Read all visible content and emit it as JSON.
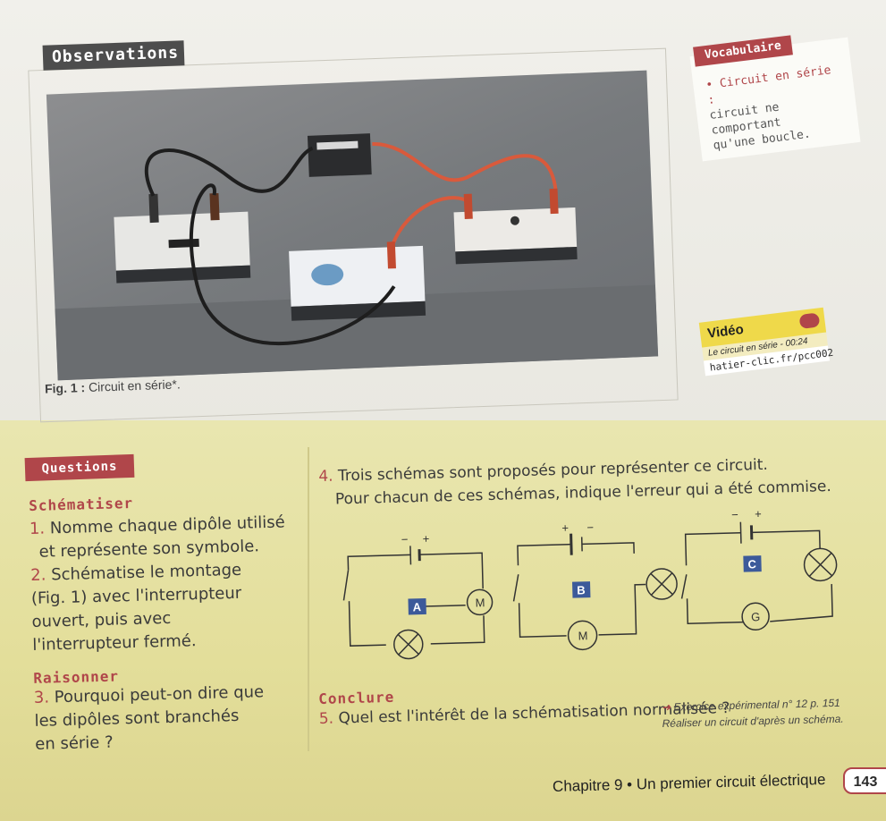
{
  "observations": {
    "label": "Observations",
    "fig_number": "Fig. 1 :",
    "fig_caption": "Circuit en série*."
  },
  "vocab": {
    "label": "Vocabulaire",
    "term": "• Circuit en série :",
    "definition_lines": [
      "circuit ne",
      "comportant",
      "qu'une boucle."
    ]
  },
  "video": {
    "label": "Vidéo",
    "title": "Le circuit en série - 00:24",
    "url": "hatier-clic.fr/pcc002"
  },
  "questions": {
    "label": "Questions",
    "schematiser": "Schématiser",
    "q1": {
      "num": "1.",
      "lines": [
        "Nomme chaque dipôle utilisé",
        "et représente son symbole."
      ]
    },
    "q2": {
      "num": "2.",
      "lines": [
        "Schématise le montage",
        "(Fig. 1) avec l'interrupteur",
        "ouvert, puis avec",
        "l'interrupteur fermé."
      ]
    },
    "raisonner": "Raisonner",
    "q3": {
      "num": "3.",
      "lines": [
        "Pourquoi peut-on dire que",
        "les dipôles sont branchés",
        "en série ?"
      ]
    },
    "q4": {
      "num": "4.",
      "lines": [
        "Trois schémas sont proposés pour représenter ce circuit.",
        "Pour chacun de ces schémas, indique l'erreur qui a été commise."
      ]
    },
    "conclure": "Conclure",
    "q5": {
      "num": "5.",
      "text": "Quel est l'intérêt de la schématisation normalisée ?"
    },
    "exercise_ref": "Exercice expérimental n° 12 p. 151",
    "exercise_text": "Réaliser un circuit d'après un schéma."
  },
  "schemas": {
    "minus": "−",
    "plus": "+",
    "A": "A",
    "B": "B",
    "C": "C",
    "M": "M",
    "G": "G"
  },
  "footer": {
    "chapter": "Chapitre 9 • Un premier circuit électrique",
    "page": "143"
  },
  "colors": {
    "accent": "#b0464a",
    "label_dark": "#4d4d4d",
    "yellow": "#e3de9a",
    "blue_box": "#3c5a9a"
  }
}
